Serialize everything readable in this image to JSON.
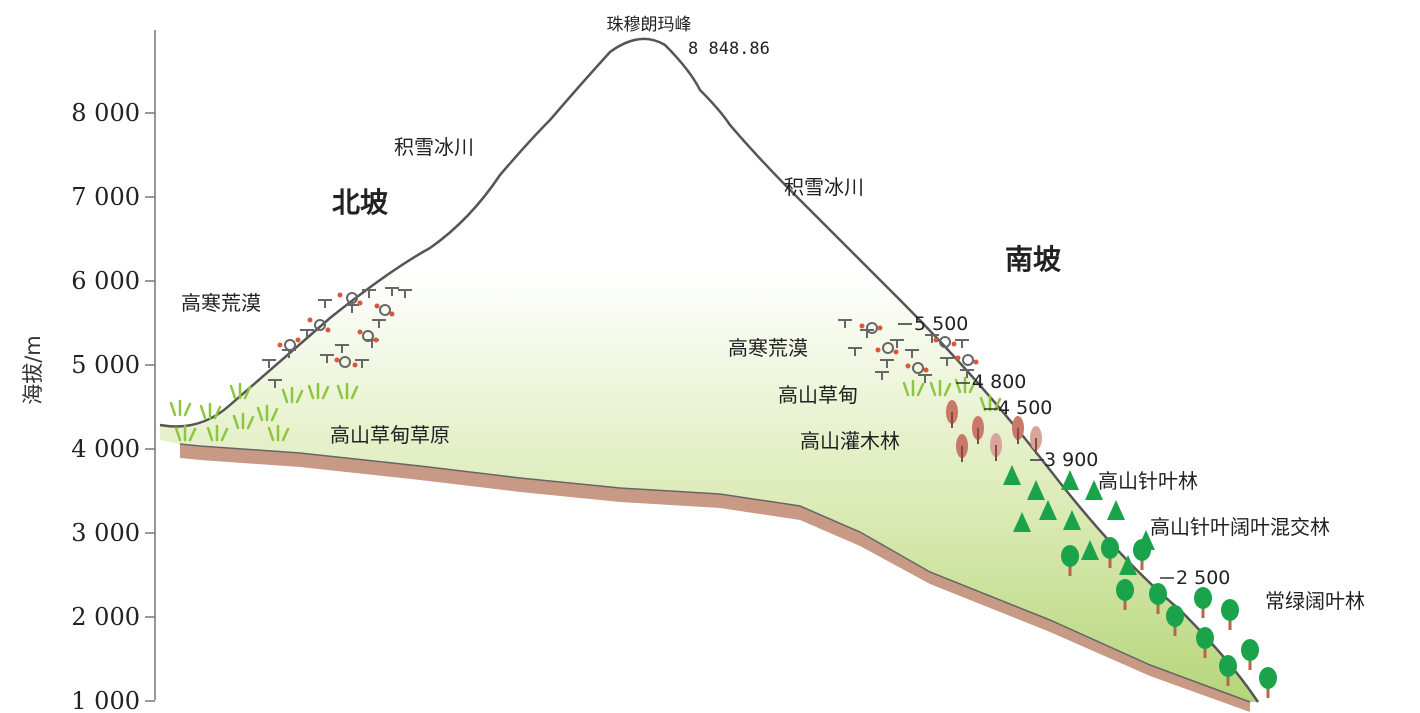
{
  "axis": {
    "label": "海拔/m",
    "ticks": [
      "8 000",
      "7 000",
      "6 000",
      "5 000",
      "4 000",
      "3 000",
      "2 000",
      "1 000"
    ]
  },
  "peak": {
    "name": "珠穆朗玛峰",
    "elevation": "8 848.86"
  },
  "slopes": {
    "north": "北坡",
    "south": "南坡"
  },
  "north_zones": {
    "glacier": "积雪冰川",
    "desert": "高寒荒漠",
    "meadow_steppe": "高山草甸草原"
  },
  "south_zones": {
    "glacier": "积雪冰川",
    "desert": "高寒荒漠",
    "meadow": "高山草甸",
    "shrub": "高山灌木林",
    "conifer": "高山针叶林",
    "mixed": "高山针叶阔叶混交林",
    "broadleaf": "常绿阔叶林"
  },
  "south_boundaries": [
    "5 500",
    "4 800",
    "4 500",
    "3 900",
    "2 500"
  ],
  "colors": {
    "mountain_fill_top": "#ffffff",
    "mountain_fill_bottom": "#b5d67a",
    "soil": "#c89a86",
    "outline": "#555555",
    "tree": "#1aa34a",
    "broadleaf_trunk": "#b9654a",
    "shrub": "#c8796a",
    "grass": "#8cc63f"
  }
}
